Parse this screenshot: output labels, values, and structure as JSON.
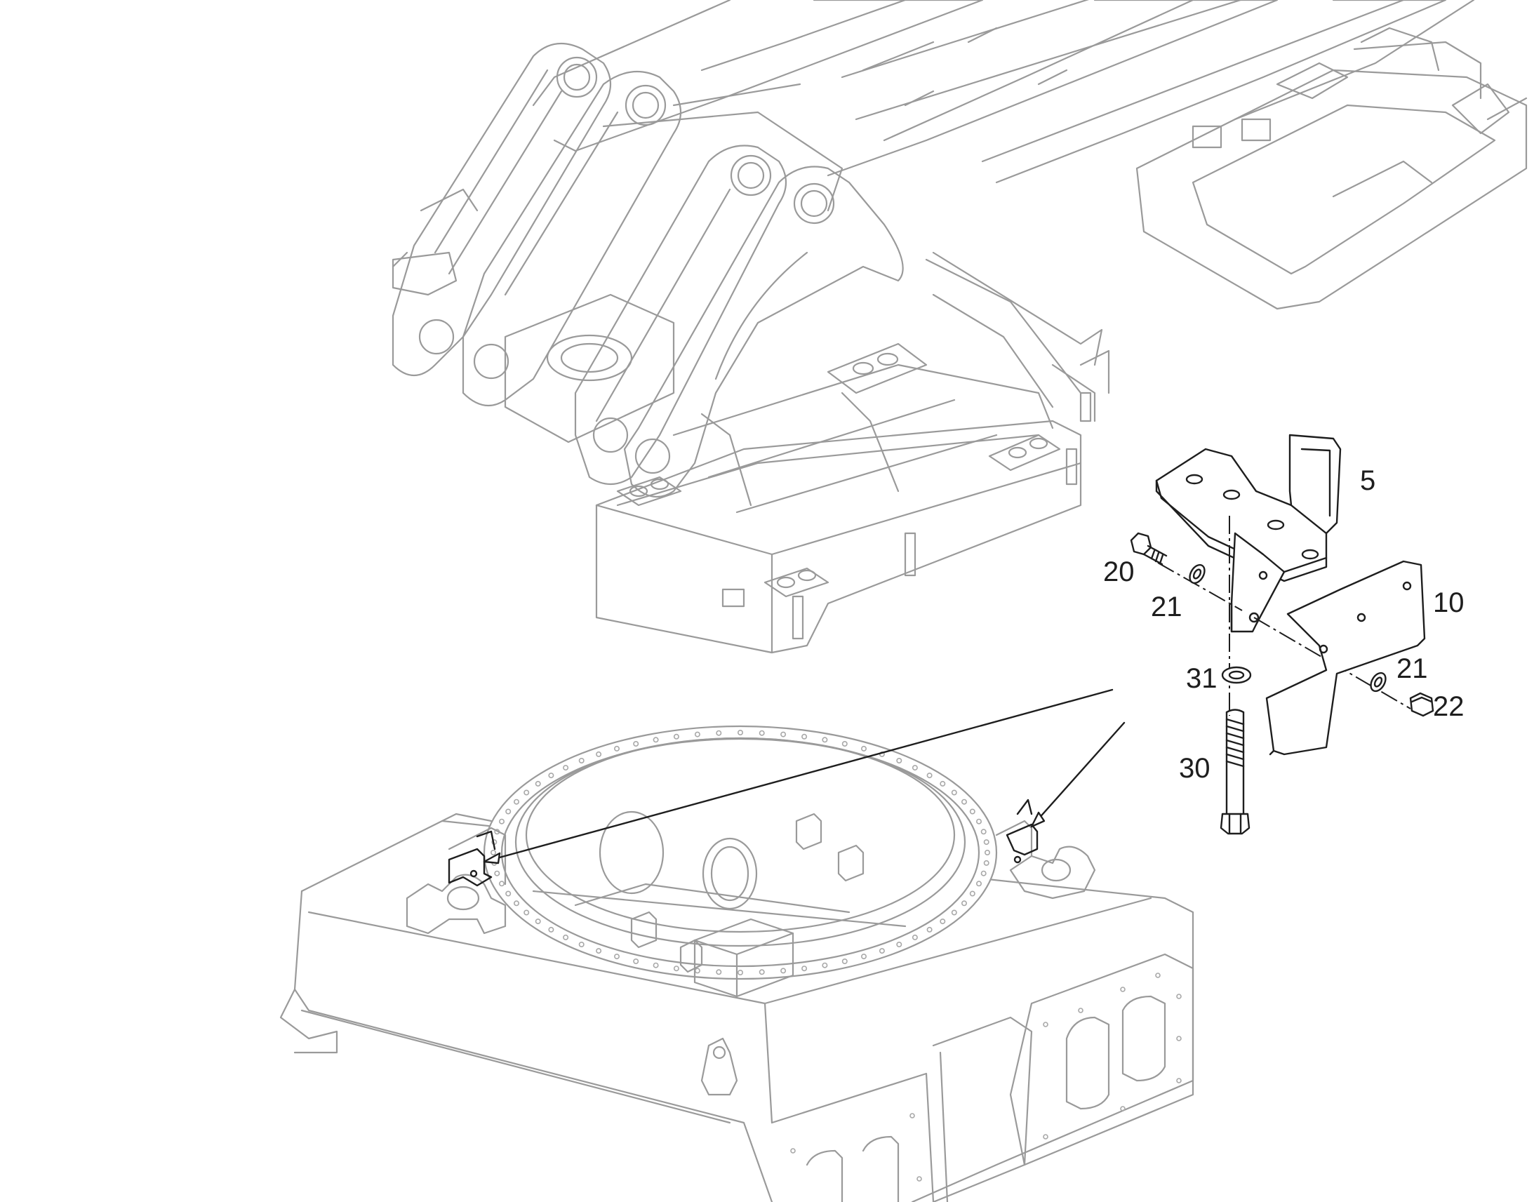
{
  "figure": {
    "callouts": [
      {
        "id": "callout-5",
        "label": "5"
      },
      {
        "id": "callout-10",
        "label": "10"
      },
      {
        "id": "callout-20",
        "label": "20"
      },
      {
        "id": "callout-21a",
        "label": "21"
      },
      {
        "id": "callout-21b",
        "label": "21"
      },
      {
        "id": "callout-22",
        "label": "22"
      },
      {
        "id": "callout-30",
        "label": "30"
      },
      {
        "id": "callout-31",
        "label": "31"
      }
    ],
    "colors": {
      "ink": "#1e1e1e",
      "context_lines": "#9a9a9a",
      "background": "#ffffff"
    }
  }
}
